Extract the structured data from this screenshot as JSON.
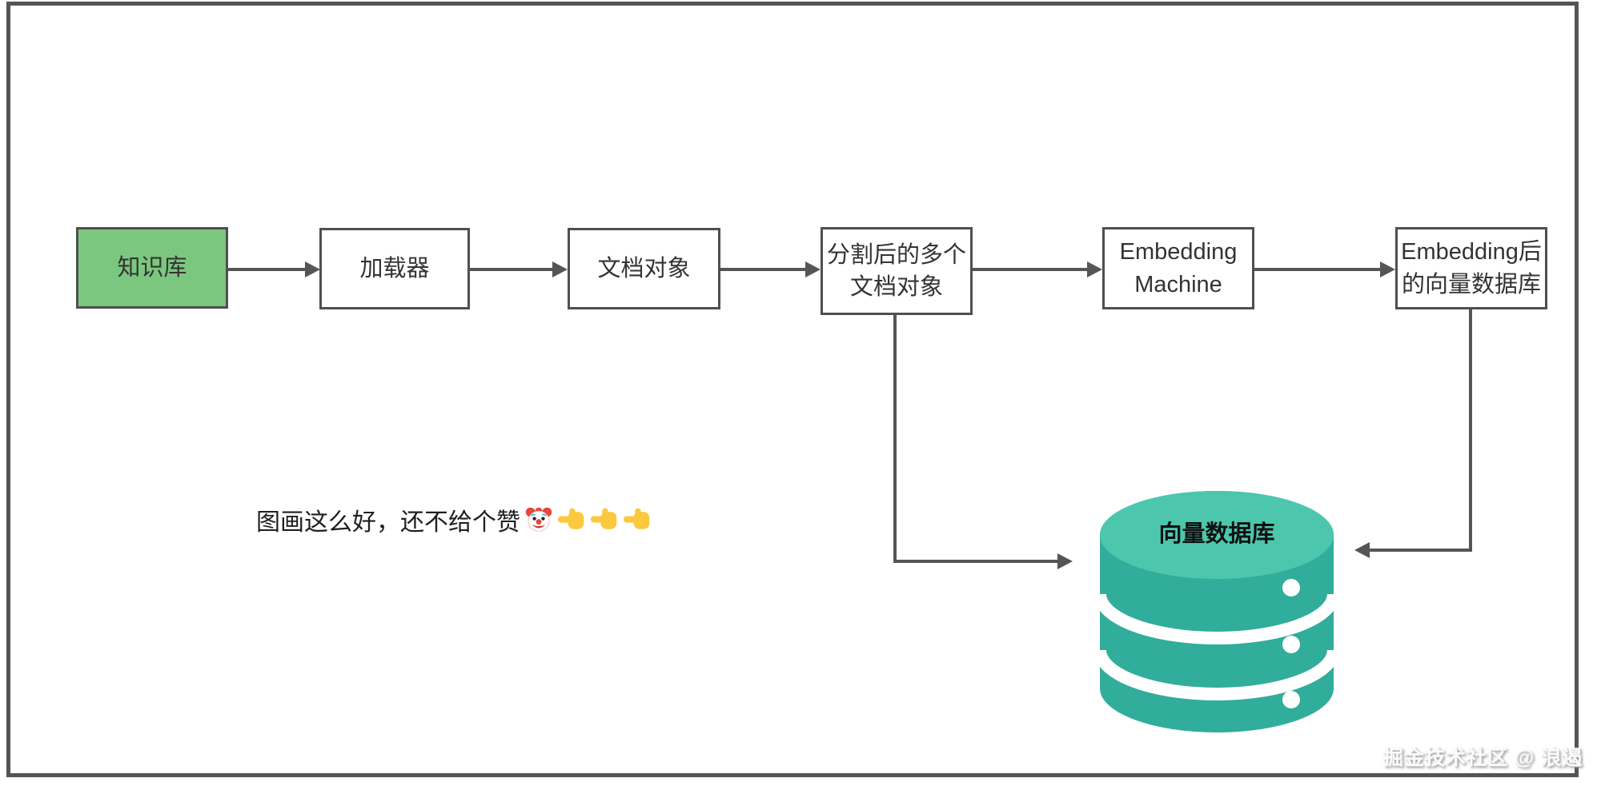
{
  "flow_nodes": [
    {
      "name": "knowledge-base",
      "label": "知识库",
      "fill": "#7CC77F"
    },
    {
      "name": "loader",
      "label": "加载器",
      "fill": "#ffffff"
    },
    {
      "name": "document-object",
      "label": "文档对象",
      "fill": "#ffffff"
    },
    {
      "name": "split-documents",
      "label": "分割后的多个\n文档对象",
      "fill": "#ffffff"
    },
    {
      "name": "embedding-machine",
      "label": "Embedding\nMachine",
      "fill": "#ffffff"
    },
    {
      "name": "embedded-vector-store",
      "label": "Embedding后\n的向量数据库",
      "fill": "#ffffff"
    }
  ],
  "database": {
    "label": "向量数据库",
    "top_color": "#4CC7AE",
    "body_color": "#31AD9B",
    "detail_color": "#ffffff"
  },
  "connections": [
    {
      "from": "knowledge-base",
      "to": "loader"
    },
    {
      "from": "loader",
      "to": "document-object"
    },
    {
      "from": "document-object",
      "to": "split-documents"
    },
    {
      "from": "split-documents",
      "to": "embedding-machine"
    },
    {
      "from": "embedding-machine",
      "to": "embedded-vector-store"
    },
    {
      "from": "split-documents",
      "to": "vector-database"
    },
    {
      "from": "embedded-vector-store",
      "to": "vector-database"
    }
  ],
  "caption": {
    "text": "图画这么好，还不给个赞",
    "emoji_icons": [
      "clown-face-emoji",
      "point-left-emoji",
      "point-left-emoji",
      "point-left-emoji"
    ]
  },
  "watermark": {
    "text": "掘金技术社区 @ 浪遏"
  },
  "colors": {
    "canvas_border": "#545454",
    "node_border": "#4f4f4f",
    "node_text": "#333333",
    "arrow": "#555555",
    "knowledge_fill": "#7CC77F",
    "db_top": "#4CC7AE",
    "db_body": "#31AD9B",
    "watermark_text": "#fbfbfb",
    "watermark_shadow": "#8a8a8a",
    "emoji_yellow": "#fcc93e",
    "emoji_red": "#e8453c"
  }
}
